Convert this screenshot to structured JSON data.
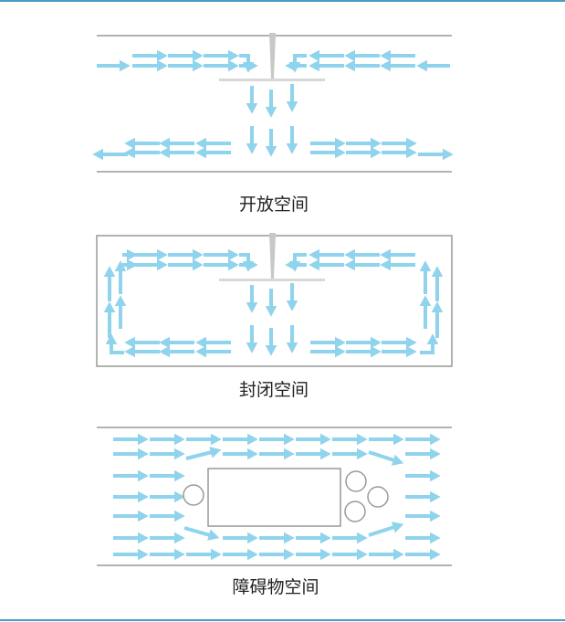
{
  "colors": {
    "arrow": "#8fd3ec",
    "wall": "#999999",
    "fan": "#c8c8c8",
    "frame": "#4a9cc8",
    "text": "#222222"
  },
  "panels": [
    {
      "id": "open",
      "caption": "开放空间"
    },
    {
      "id": "closed",
      "caption": "封闭空间"
    },
    {
      "id": "obstacle",
      "caption": "障碍物空间"
    }
  ]
}
